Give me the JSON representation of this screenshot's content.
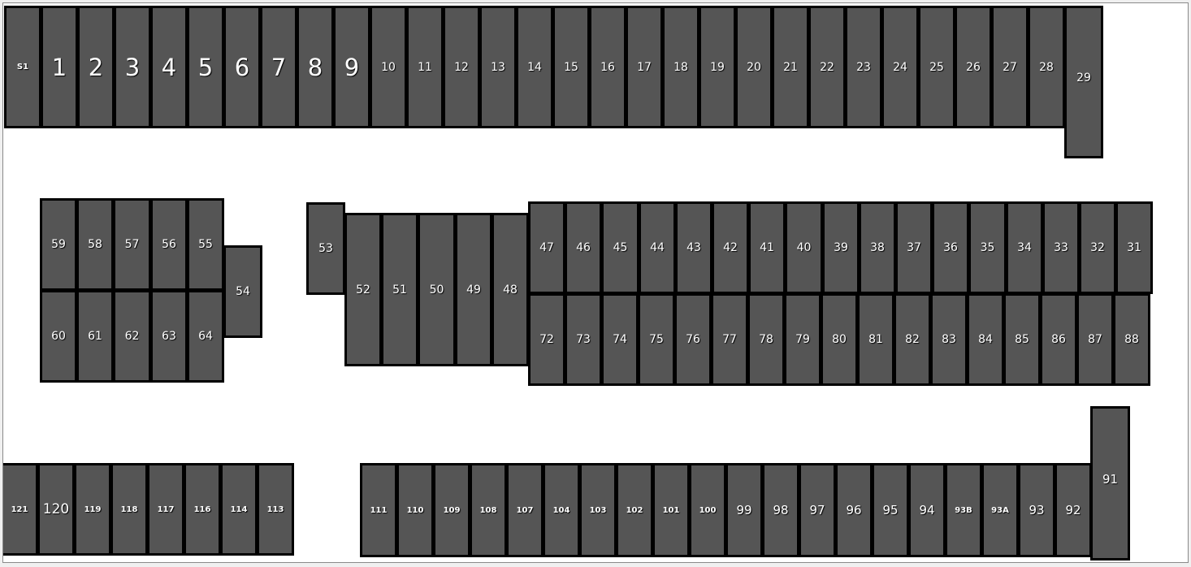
{
  "colors": {
    "stall_fill": "#555555",
    "stall_border": "#000000",
    "label": "#ffffff",
    "background": "#ffffff"
  },
  "rows": {
    "top": [
      "S1",
      "1",
      "2",
      "3",
      "4",
      "5",
      "6",
      "7",
      "8",
      "9",
      "10",
      "11",
      "12",
      "13",
      "14",
      "15",
      "16",
      "17",
      "18",
      "19",
      "20",
      "21",
      "22",
      "23",
      "24",
      "25",
      "26",
      "27",
      "28"
    ],
    "top_end": [
      "29"
    ],
    "left_upper": [
      "59",
      "58",
      "57",
      "56",
      "55"
    ],
    "left_lower": [
      "60",
      "61",
      "62",
      "63",
      "64"
    ],
    "left_side": [
      "54"
    ],
    "single": [
      "53"
    ],
    "middle": [
      "52",
      "51",
      "50",
      "49",
      "48"
    ],
    "right_upper": [
      "47",
      "46",
      "45",
      "44",
      "43",
      "42",
      "41",
      "40",
      "39",
      "38",
      "37",
      "36",
      "35",
      "34",
      "33",
      "32",
      "31"
    ],
    "right_lower": [
      "72",
      "73",
      "74",
      "75",
      "76",
      "77",
      "78",
      "79",
      "80",
      "81",
      "82",
      "83",
      "84",
      "85",
      "86",
      "87",
      "88"
    ],
    "bottom_left": [
      "121",
      "120",
      "119",
      "118",
      "117",
      "116",
      "114",
      "113"
    ],
    "bottom_right": [
      "111",
      "110",
      "109",
      "108",
      "107",
      "104",
      "103",
      "102",
      "101",
      "100",
      "99",
      "98",
      "97",
      "96",
      "95",
      "94",
      "93B",
      "93A",
      "93",
      "92"
    ],
    "bottom_end": [
      "91"
    ]
  }
}
